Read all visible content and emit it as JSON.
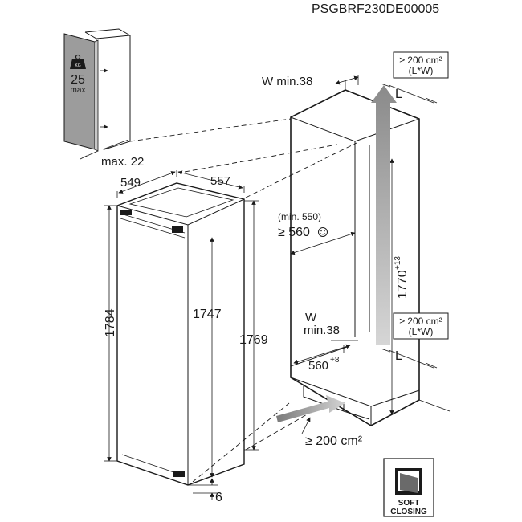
{
  "header": {
    "model_code": "PSGBRF230DE00005"
  },
  "door_panel": {
    "weight_value": "25",
    "weight_unit": "max",
    "weight_icon_label": "KG",
    "gap_label": "max. 22"
  },
  "appliance": {
    "width": "549",
    "depth": "557",
    "height_total": "1784",
    "height_body": "1747",
    "height_rear": "1769",
    "bottom_gap": "6"
  },
  "niche": {
    "wall_min_top": "W min.38",
    "vent_top": "≥ 200 cm²",
    "vent_top_sub": "(L*W)",
    "label_L_top": "L",
    "depth_min": "(min. 550)",
    "depth_recommended": "≥ 560",
    "height_value": "1770",
    "height_tolerance": "+13",
    "wall_min_bottom_w": "W",
    "wall_min_bottom_val": "min.38",
    "vent_mid": "≥ 200 cm²",
    "vent_mid_sub": "(L*W)",
    "label_L_bottom": "L",
    "width_value": "560",
    "width_tolerance": "+8",
    "vent_bottom": "≥ 200 cm²"
  },
  "soft_closing": {
    "line1": "SOFT",
    "line2": "CLOSING"
  }
}
